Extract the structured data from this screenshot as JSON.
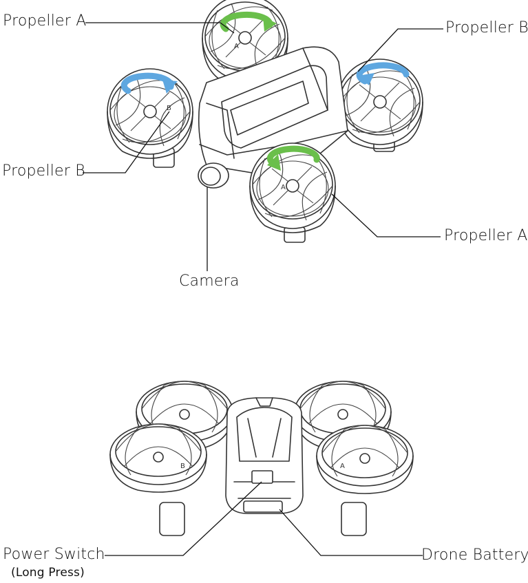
{
  "top_view": {
    "labels": {
      "propeller_a_top": "Propeller A",
      "propeller_b_right": "Propeller B",
      "propeller_b_left": "Propeller B",
      "propeller_a_bottom": "Propeller A",
      "camera": "Camera"
    },
    "prop_marks": {
      "a1": "A",
      "a2": "A",
      "b1": "B"
    },
    "arrow_colors": {
      "a": "#6abf4b",
      "b": "#5ea7e0"
    }
  },
  "bottom_view": {
    "labels": {
      "power_switch": "Power Switch",
      "power_switch_note": "(Long Press)",
      "drone_battery": "Drone Battery"
    },
    "prop_marks": {
      "a": "A",
      "b": "B"
    }
  }
}
